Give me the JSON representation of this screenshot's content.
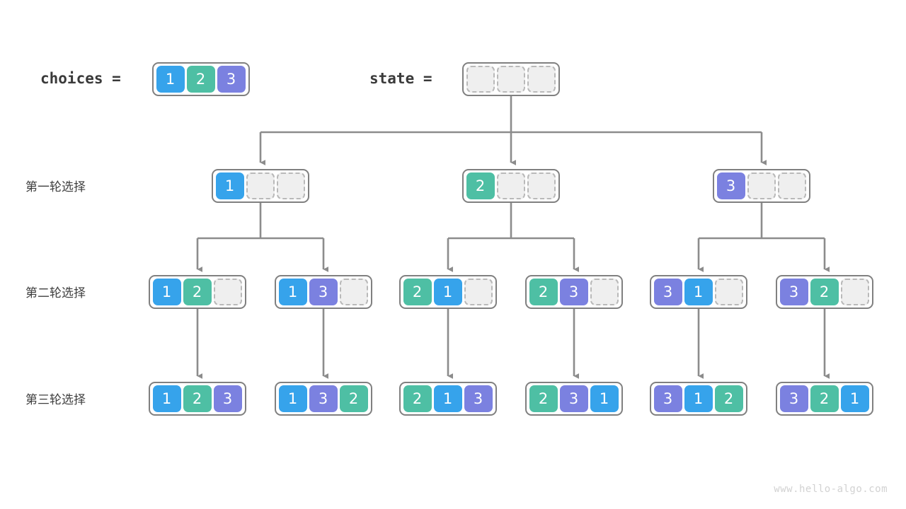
{
  "diagram": {
    "title": "permutation-backtracking-tree",
    "watermark": "www.hello-algo.com",
    "colors": {
      "value_1": "#36a3eb",
      "value_2": "#4ebfa4",
      "value_3": "#7b81e0",
      "empty_fill": "#efefef",
      "empty_border": "#b9b9b9",
      "container_border": "#808080",
      "link": "#8c8c8c",
      "text": "#3f3f3f",
      "watermark": "#d2d2d2"
    }
  },
  "header": {
    "choices_label": "choices =",
    "state_label": "state =",
    "choices_cells": [
      "1",
      "2",
      "3"
    ],
    "state_cells": [
      "",
      "",
      ""
    ]
  },
  "row_labels": {
    "round1": "第一轮选择",
    "round2": "第二轮选择",
    "round3": "第三轮选择"
  },
  "rounds": [
    {
      "name": "round1",
      "nodes": [
        {
          "cells": [
            "1",
            "",
            ""
          ]
        },
        {
          "cells": [
            "2",
            "",
            ""
          ]
        },
        {
          "cells": [
            "3",
            "",
            ""
          ]
        }
      ]
    },
    {
      "name": "round2",
      "nodes": [
        {
          "cells": [
            "1",
            "2",
            ""
          ]
        },
        {
          "cells": [
            "1",
            "3",
            ""
          ]
        },
        {
          "cells": [
            "2",
            "1",
            ""
          ]
        },
        {
          "cells": [
            "2",
            "3",
            ""
          ]
        },
        {
          "cells": [
            "3",
            "1",
            ""
          ]
        },
        {
          "cells": [
            "3",
            "2",
            ""
          ]
        }
      ]
    },
    {
      "name": "round3",
      "nodes": [
        {
          "cells": [
            "1",
            "2",
            "3"
          ]
        },
        {
          "cells": [
            "1",
            "3",
            "2"
          ]
        },
        {
          "cells": [
            "2",
            "1",
            "3"
          ]
        },
        {
          "cells": [
            "2",
            "3",
            "1"
          ]
        },
        {
          "cells": [
            "3",
            "1",
            "2"
          ]
        },
        {
          "cells": [
            "3",
            "2",
            "1"
          ]
        }
      ]
    }
  ]
}
